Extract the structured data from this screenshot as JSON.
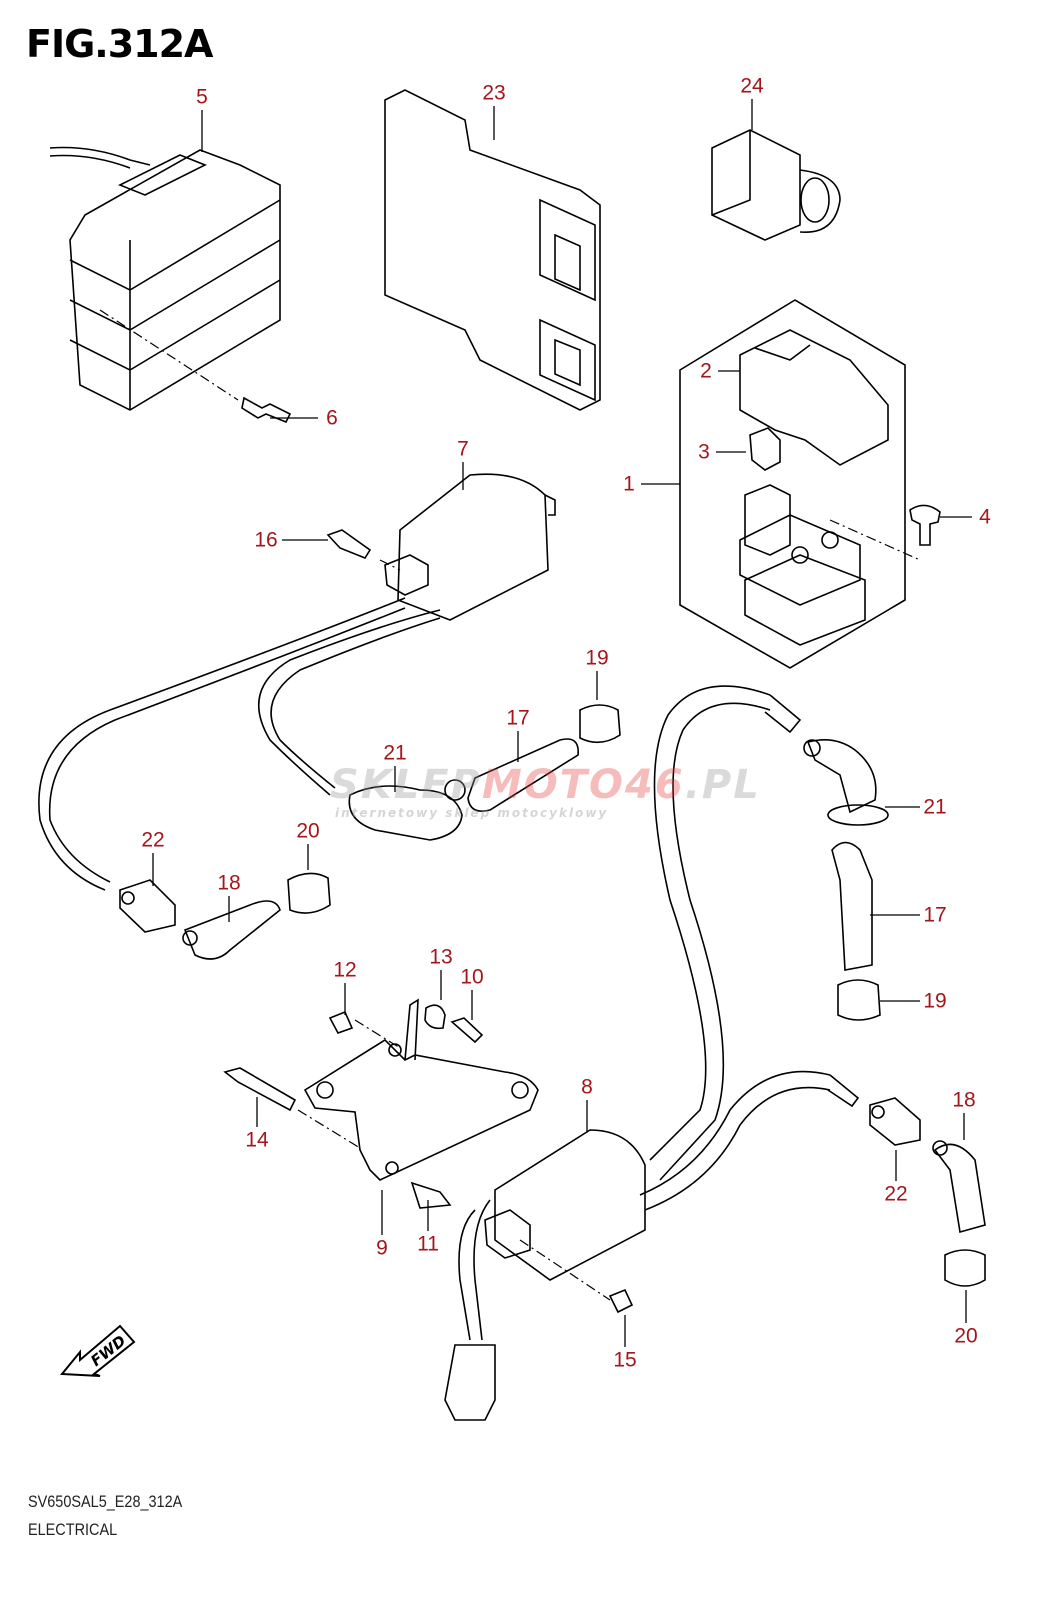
{
  "title": "FIG.312A",
  "callouts": [
    "5",
    "23",
    "24",
    "2",
    "3",
    "1",
    "4",
    "6",
    "7",
    "16",
    "19",
    "17",
    "21",
    "21",
    "22",
    "20",
    "18",
    "17",
    "19",
    "12",
    "13",
    "10",
    "8",
    "18",
    "14",
    "22",
    "9",
    "11",
    "20",
    "15"
  ],
  "footer": {
    "code": "SV650SAL5_E28_312A",
    "name": "ELECTRICAL"
  },
  "watermark": {
    "brand_a": "SKLEP",
    "brand_b": "MOTO46",
    "brand_c": ".PL",
    "tagline": "internetowy sklep motocyklowy"
  },
  "fwd_label": "FWD",
  "colors": {
    "callout": "#a3161a",
    "line": "#000000"
  }
}
